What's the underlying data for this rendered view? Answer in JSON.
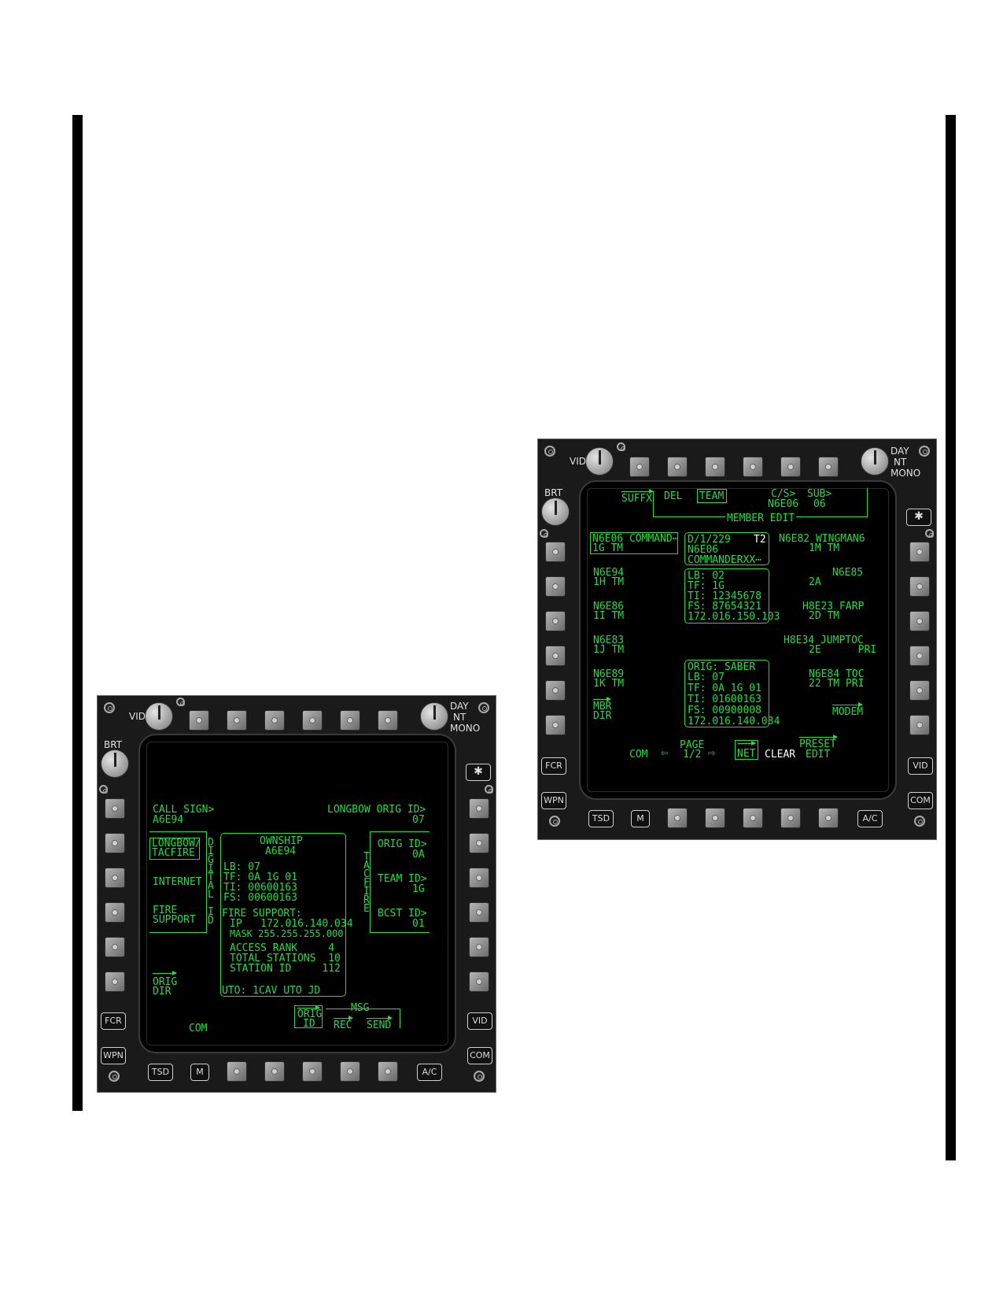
{
  "bezel": {
    "vid_knob": "VID",
    "brt_knob": "BRT",
    "day": "DAY",
    "nt": "NT",
    "mono": "MONO",
    "star": "✱",
    "fcr": "FCR",
    "wpn": "WPN",
    "vid": "VID",
    "com": "COM",
    "tsd": "TSD",
    "m": "M",
    "ac": "A/C"
  },
  "left_mfd": {
    "call_sign_label": "CALL SIGN>",
    "call_sign_value": "A6E94",
    "longbow_tacfire_1": "LONGBOW/",
    "longbow_tacfire_2": "TACFIRE",
    "internet": "INTERNET",
    "fire_support_1": "FIRE",
    "fire_support_2": "SUPPORT",
    "orig_dir_1": "ORIG",
    "orig_dir_2": "DIR",
    "digital_id_vertical": [
      "D",
      "I",
      "G",
      "I",
      "T",
      "A",
      "L",
      "",
      "I",
      "D"
    ],
    "tacfire_vertical": [
      "T",
      "A",
      "C",
      "F",
      "I",
      "R",
      "E"
    ],
    "longbow_orig_id_label": "LONGBOW ORIG ID>",
    "longbow_orig_id_value": "07",
    "orig_id_label": "ORIG ID>",
    "orig_id_value": "0A",
    "team_id_label": "TEAM ID>",
    "team_id_value": "1G",
    "bcst_id_label": "BCST ID>",
    "bcst_id_value": "01",
    "ownship_title": "OWNSHIP",
    "ownship_callsign": "A6E94",
    "lb": "LB: 07",
    "tf": "TF: 0A 1G 01",
    "ti": "TI: 00600163",
    "fs": "FS: 00600163",
    "fire_support_hdr": "FIRE SUPPORT:",
    "ip": "IP   172.016.140.034",
    "mask": "MASK 255.255.255.000",
    "access_rank": "ACCESS RANK     4",
    "total_stations": "TOTAL STATIONS  10",
    "station_id": "STATION ID     112",
    "uto": "UTO: 1CAV UTO JD",
    "com": "COM",
    "orig_id_btn_1": "ORIG",
    "orig_id_btn_2": "ID",
    "msg": "MSG",
    "rec": "REC",
    "send": "SEND"
  },
  "right_mfd": {
    "suffx": "SUFFX",
    "del": "DEL",
    "team": "TEAM",
    "cs_label": "C/S>",
    "cs_value": "N6E06",
    "sub_label": "SUB>",
    "sub_value": "06",
    "member_edit": "MEMBER EDIT",
    "l1a": "N6E06 COMMAND⋯",
    "l1b": "1G TM",
    "l2a": "N6E94",
    "l2b": "1H TM",
    "l3a": "N6E86",
    "l3b": "1I TM",
    "l4a": "N6E83",
    "l4b": "1J TM",
    "l5a": "N6E89",
    "l5b": "1K TM",
    "mbr_dir_1": "MBR",
    "mbr_dir_2": "DIR",
    "r1a": "N6E82 WINGMAN6",
    "r1b": "1M TM",
    "r2a": "N6E85",
    "r2b": "2A",
    "r3a": "H8E23 FARP",
    "r3b": "2D TM",
    "r4a": "H8E34 JUMPTOC",
    "r4b": "2E      PRI",
    "r5a": "N6E84 TOC",
    "r5b": "22 TM PRI",
    "modem": "MODEM",
    "box1_a": "D/1/229",
    "box1_t2": "T2",
    "box1_b": "N6E06",
    "box1_c": "COMMANDERXX⋯",
    "box2_a": "LB: 02",
    "box2_b": "TF: 1G",
    "box2_c": "TI: 12345678",
    "box2_d": "FS: 87654321",
    "box2_e": "172.016.150.103",
    "box3_a": "ORIG: SABER",
    "box3_b": "LB: 07",
    "box3_c": "TF: 0A 1G 01",
    "box3_d": "TI: 01600163",
    "box3_e": "FS: 00900008",
    "box3_f": "172.016.140.034",
    "com": "COM",
    "page": "PAGE",
    "page_num": "1/2",
    "net": "NET",
    "clear": "CLEAR",
    "preset": "PRESET",
    "edit": "EDIT"
  }
}
